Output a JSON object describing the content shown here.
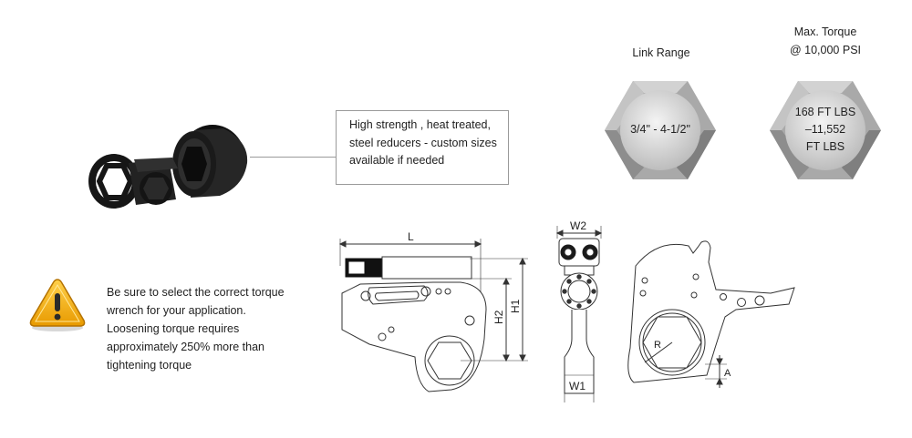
{
  "callout": {
    "lines": [
      "High strength , heat treated,",
      "steel reducers -  custom sizes",
      "available if needed"
    ]
  },
  "warning": {
    "lines": [
      "Be sure to select the correct torque",
      "wrench for your application.",
      "Loosening torque requires",
      "approximately 250% more than",
      "tightening torque"
    ]
  },
  "link_range": {
    "title": "Link Range",
    "value": "3/4\" - 4-1/2\""
  },
  "max_torque": {
    "title_line1": "Max. Torque",
    "title_line2": "@ 10,000 PSI",
    "value_lines": [
      "168 FT LBS",
      "–11,552",
      "FT LBS"
    ]
  },
  "drawing": {
    "labels": {
      "L": "L",
      "H1": "H1",
      "H2": "H2",
      "W1": "W1",
      "W2": "W2",
      "R": "R",
      "A": "A"
    }
  },
  "colors": {
    "hex_light": "#e4e4e4",
    "hex_mid": "#b9b9b9",
    "hex_dark": "#8c8c8c",
    "warning_yellow": "#f2b21b",
    "product_black": "#1b1b1b"
  },
  "icons": {
    "warning": "warning-triangle-icon",
    "hex_badge": "hex-nut-icon"
  }
}
